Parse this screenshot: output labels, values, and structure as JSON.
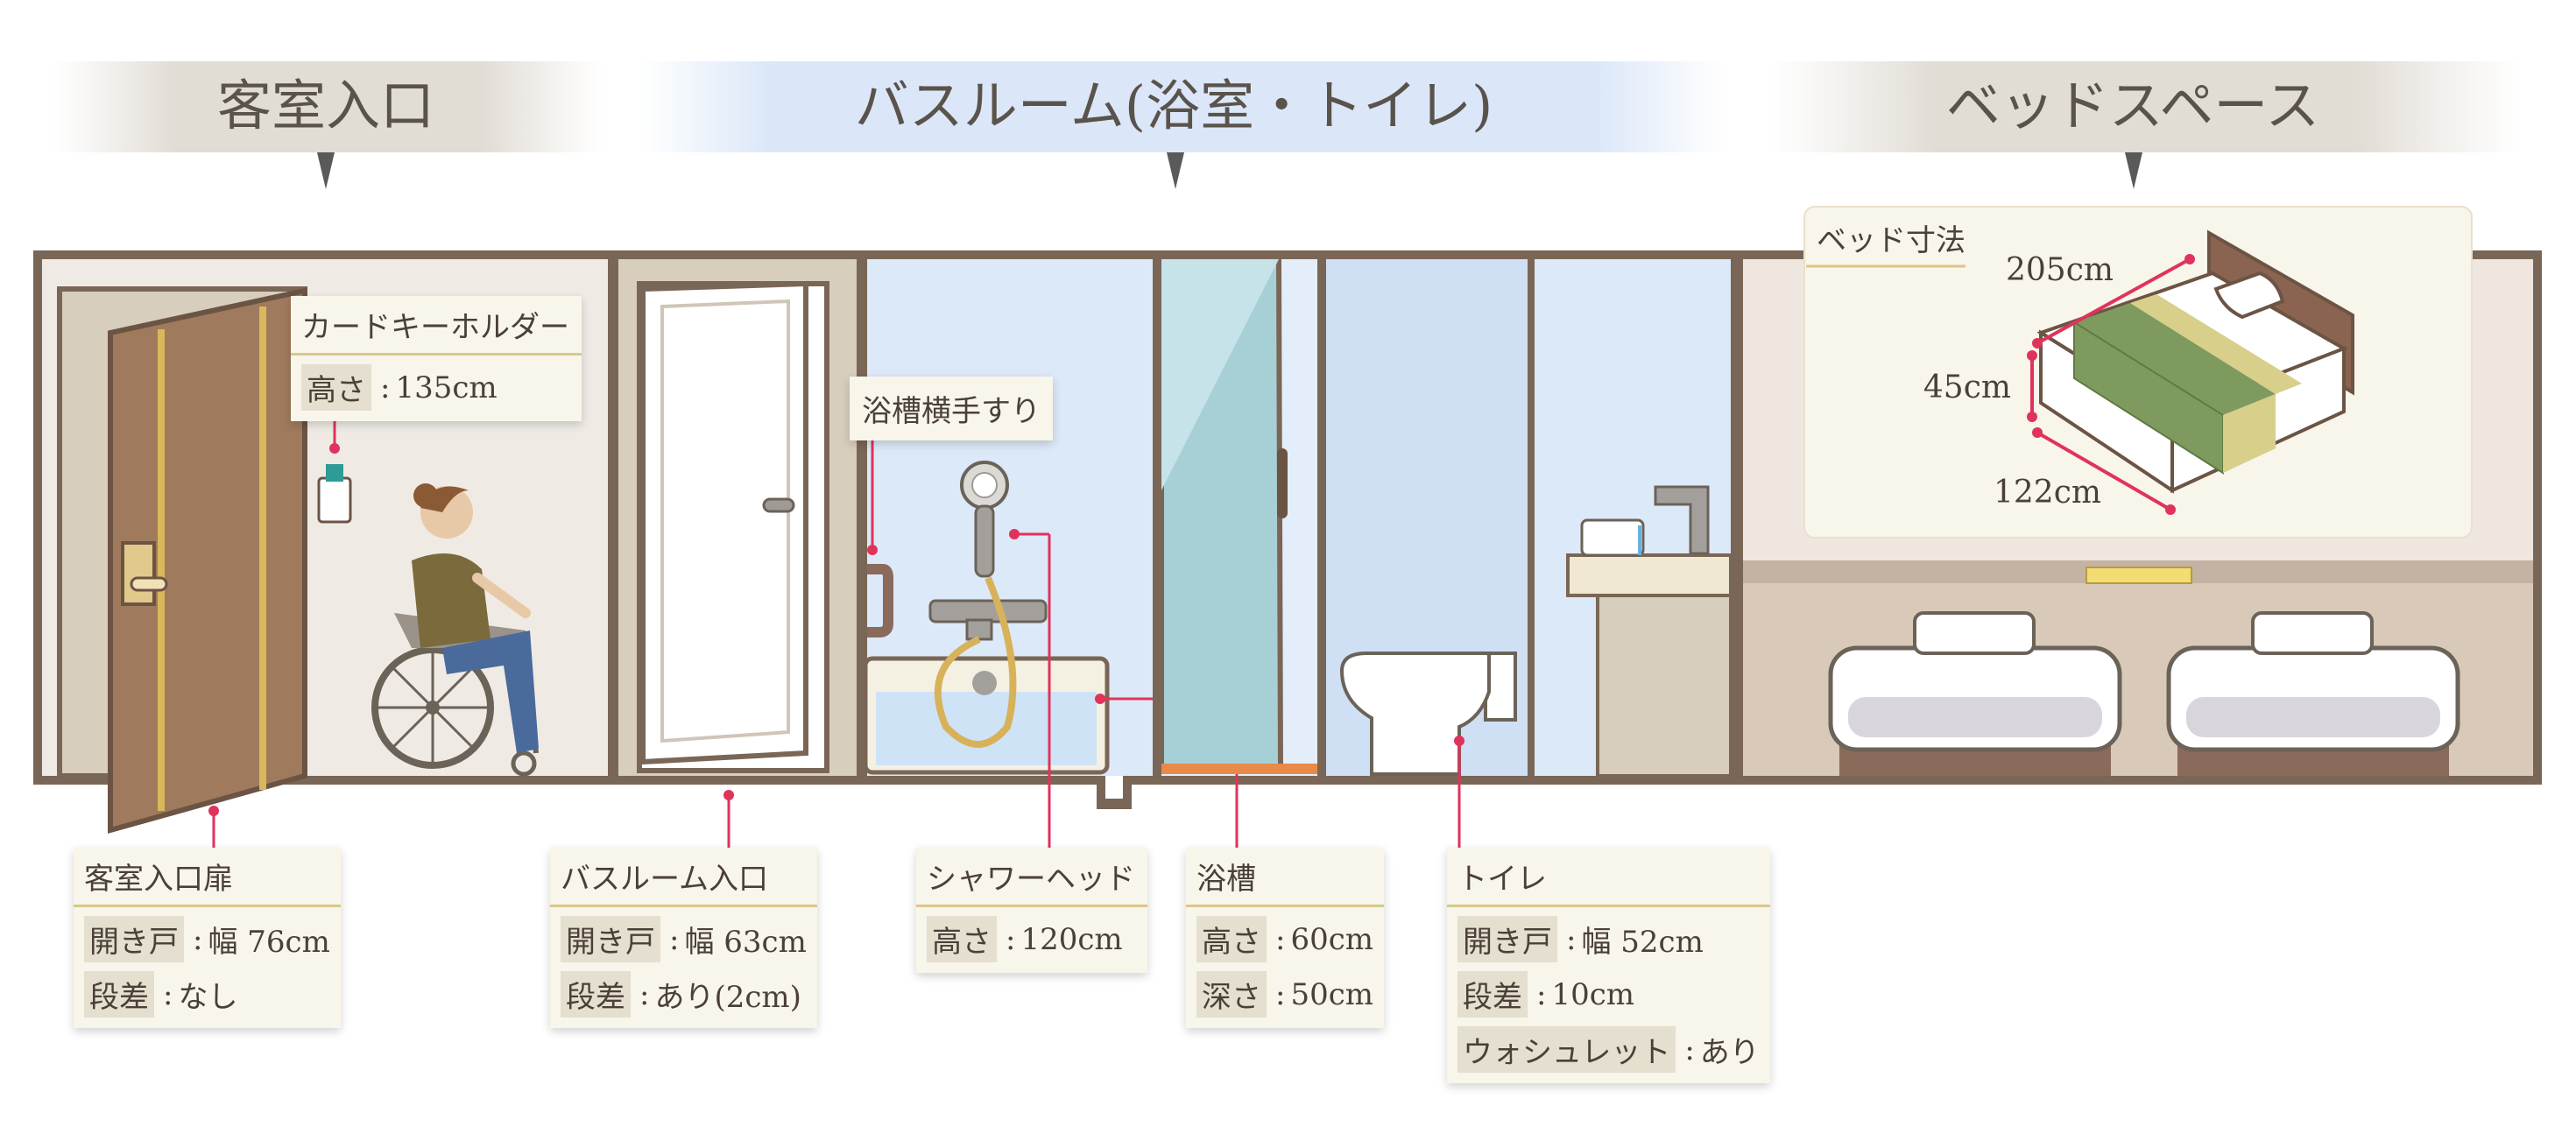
{
  "sections": {
    "entrance": "客室入口",
    "bathroom": "バスルーム(浴室・トイレ)",
    "bed": "ベッドスペース"
  },
  "labels": {
    "card_key": {
      "title": "カードキーホルダー",
      "rows": [
        {
          "key": "高さ",
          "value": "135cm"
        }
      ]
    },
    "bath_rail": {
      "title": "浴槽横手すり"
    },
    "entrance_door": {
      "title": "客室入口扉",
      "rows": [
        {
          "key": "開き戸",
          "value": "幅 76cm"
        },
        {
          "key": "段差",
          "value": "なし"
        }
      ]
    },
    "bathroom_entrance": {
      "title": "バスルーム入口",
      "rows": [
        {
          "key": "開き戸",
          "value": "幅 63cm"
        },
        {
          "key": "段差",
          "value": "あり(2cm)"
        }
      ]
    },
    "shower_head": {
      "title": "シャワーヘッド",
      "rows": [
        {
          "key": "高さ",
          "value": "120cm"
        }
      ]
    },
    "bathtub": {
      "title": "浴槽",
      "rows": [
        {
          "key": "高さ",
          "value": "60cm"
        },
        {
          "key": "深さ",
          "value": "50cm"
        }
      ]
    },
    "toilet": {
      "title": "トイレ",
      "rows": [
        {
          "key": "開き戸",
          "value": "幅 52cm"
        },
        {
          "key": "段差",
          "value": "10cm"
        },
        {
          "key": "ウォシュレット",
          "value": "あり"
        }
      ]
    }
  },
  "bed_dims": {
    "title": "ベッド寸法",
    "length": "205cm",
    "height": "45cm",
    "width": "122cm"
  },
  "colors": {
    "wall_outline": "#7a6656",
    "door_brown": "#a07a5c",
    "bath_blue": "#dce9f8",
    "glass_teal": "#a7cfd6",
    "accent_pink": "#e0335c",
    "label_bg": "#f8f5ea",
    "label_rule": "#d9c88a",
    "bed_green": "#7f9a5f",
    "bed_gold": "#d8cf8a"
  }
}
